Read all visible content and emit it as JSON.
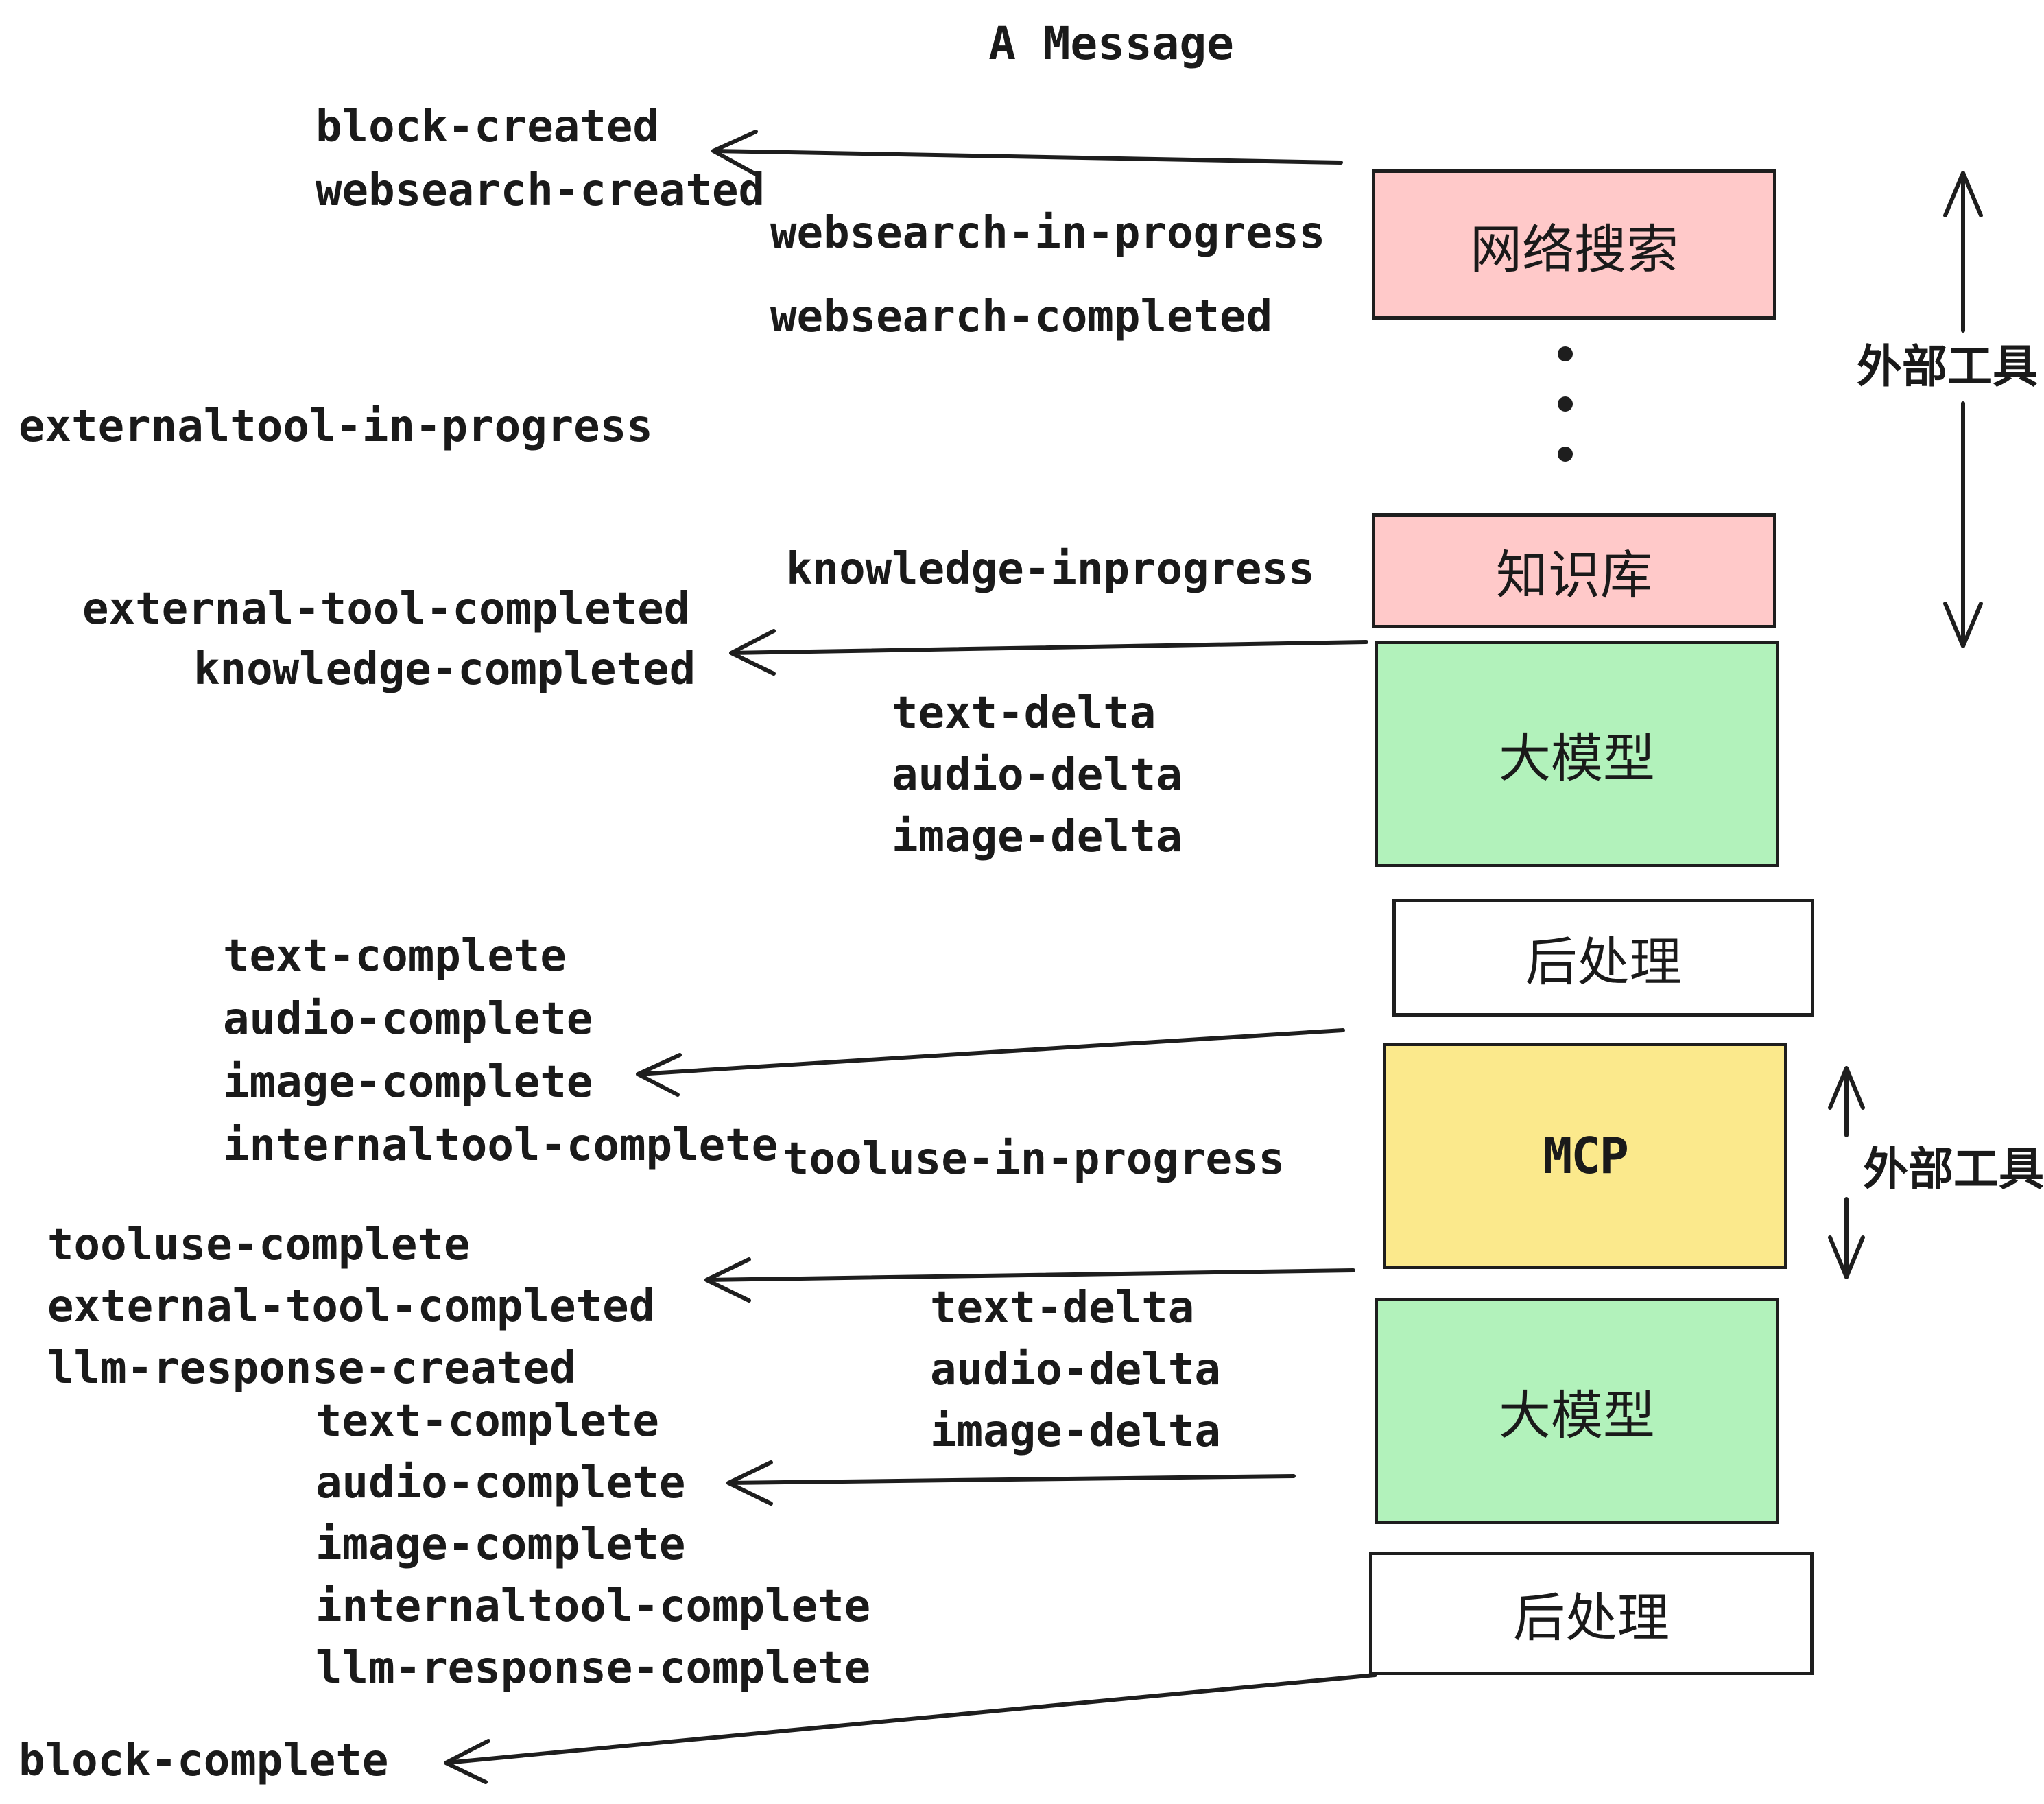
{
  "title": "A Message",
  "events": [
    "block-created",
    "websearch-created",
    "websearch-in-progress",
    "websearch-completed",
    "externaltool-in-progress",
    "knowledge-inprogress",
    "external-tool-completed",
    "knowledge-completed",
    "text-delta",
    "audio-delta",
    "image-delta",
    "text-complete",
    "audio-complete",
    "image-complete",
    "internaltool-complete",
    "tooluse-in-progress",
    "tooluse-complete",
    "external-tool-completed",
    "llm-response-created",
    "text-delta",
    "audio-delta",
    "image-delta",
    "text-complete",
    "audio-complete",
    "image-complete",
    "internaltool-complete",
    "llm-response-complete",
    "block-complete"
  ],
  "boxes": [
    {
      "label": "网络搜索",
      "color": "pink"
    },
    {
      "label": "知识库",
      "color": "pink"
    },
    {
      "label": "大模型",
      "color": "green"
    },
    {
      "label": "后处理",
      "color": "white"
    },
    {
      "label": "MCP",
      "color": "yellow"
    },
    {
      "label": "大模型",
      "color": "green"
    },
    {
      "label": "后处理",
      "color": "white"
    }
  ],
  "annotations": {
    "external_tools_top": "外部工具",
    "external_tools_bottom": "外部工具"
  },
  "colors": {
    "pink": "#FFC9C9",
    "green": "#B2F2BB",
    "yellow": "#FBE98C",
    "white": "#FFFFFF",
    "stroke": "#1E1E1E",
    "text": "#1A1A1A"
  }
}
